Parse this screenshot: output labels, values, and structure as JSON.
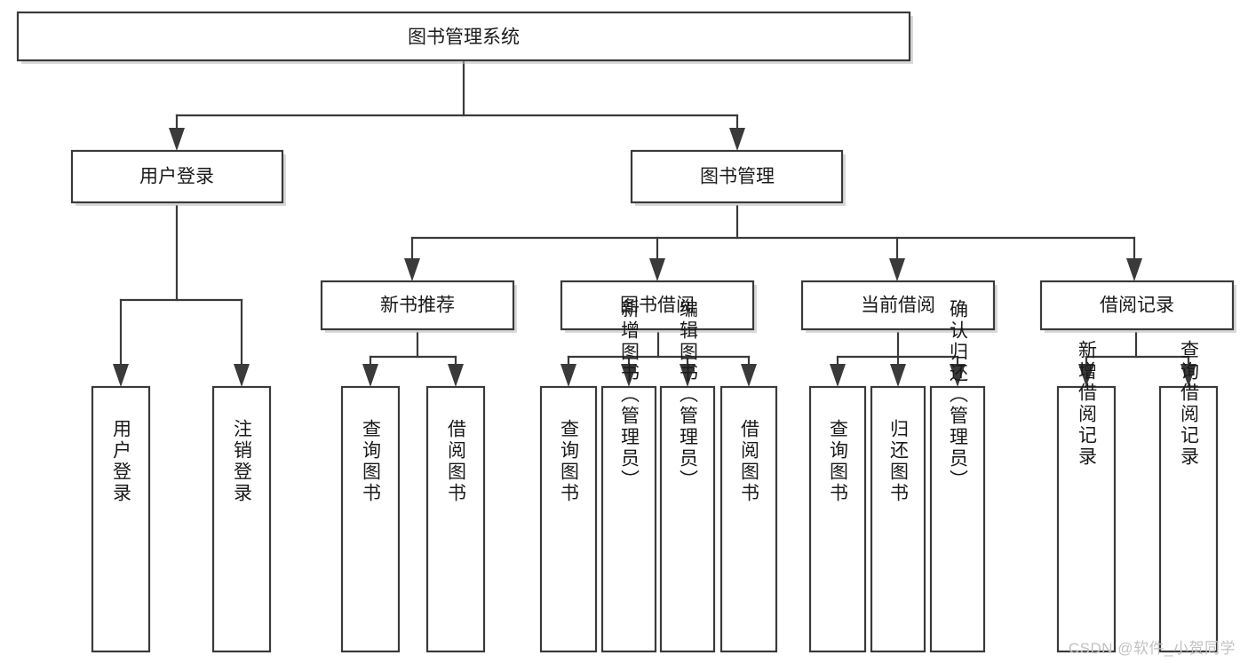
{
  "diagram": {
    "title": "图书管理系统",
    "type": "tree-hierarchy-diagram",
    "root": {
      "id": "root",
      "label": "图书管理系统"
    },
    "level2": [
      {
        "id": "user-login",
        "label": "用户登录"
      },
      {
        "id": "book-management",
        "label": "图书管理"
      }
    ],
    "level3": [
      {
        "id": "new-book-recommend",
        "label": "新书推荐",
        "parent": "book-management"
      },
      {
        "id": "book-borrow",
        "label": "图书借阅",
        "parent": "book-management"
      },
      {
        "id": "current-borrow",
        "label": "当前借阅",
        "parent": "book-management"
      },
      {
        "id": "borrow-record",
        "label": "借阅记录",
        "parent": "book-management"
      }
    ],
    "leaves": {
      "user_login": [
        {
          "id": "leaf-user-login",
          "label": "用户登录"
        },
        {
          "id": "leaf-logout-login",
          "label": "注销登录"
        }
      ],
      "new_book_recommend": [
        {
          "id": "leaf-query-book-1",
          "label": "查询图书"
        },
        {
          "id": "leaf-borrow-book-1",
          "label": "借阅图书"
        }
      ],
      "book_borrow": [
        {
          "id": "leaf-query-book-2",
          "label": "查询图书"
        },
        {
          "id": "leaf-add-book",
          "label": "新增图书（管理员）"
        },
        {
          "id": "leaf-edit-book",
          "label": "编辑图书（管理员）"
        },
        {
          "id": "leaf-borrow-book-2",
          "label": "借阅图书"
        }
      ],
      "current_borrow": [
        {
          "id": "leaf-query-book-3",
          "label": "查询图书"
        },
        {
          "id": "leaf-return-book",
          "label": "归还图书"
        },
        {
          "id": "leaf-confirm-return",
          "label": "确认归还（管理员）"
        }
      ],
      "borrow_record": [
        {
          "id": "leaf-add-record",
          "label": "新增借阅记录"
        },
        {
          "id": "leaf-query-record",
          "label": "查询借阅记录"
        }
      ]
    }
  },
  "watermark": {
    "text": "CSDN @软件_小贺同学"
  },
  "colors": {
    "stroke": "#3a3a3a",
    "box_fill": "#ffffff",
    "text": "#1a1a1a",
    "watermark": "#c2c2c2",
    "page_background": "#ffffff"
  }
}
